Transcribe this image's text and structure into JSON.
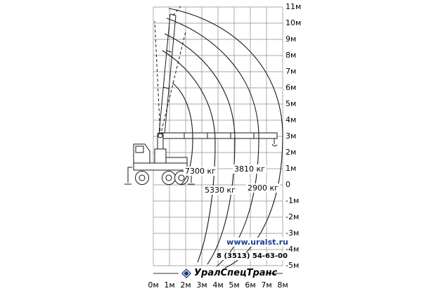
{
  "chart_data": {
    "type": "line",
    "description": "Crane manipulator load-height working envelope diagram",
    "x_unit": "м",
    "y_unit": "м",
    "xlim": [
      0,
      8
    ],
    "ylim": [
      -5,
      11
    ],
    "grid": true,
    "x_ticks": [
      "0м",
      "1м",
      "2м",
      "3м",
      "4м",
      "5м",
      "6м",
      "7м",
      "8м"
    ],
    "y_ticks": [
      "11м",
      "10м",
      "9м",
      "8м",
      "7м",
      "6м",
      "5м",
      "4м",
      "3м",
      "2м",
      "1м",
      "0",
      "-1м",
      "-2м",
      "-3м",
      "-4м",
      "-5м"
    ],
    "series": [
      {
        "name": "7300 кг",
        "max_outreach_m": 3.8
      },
      {
        "name": "5330 кг",
        "max_outreach_m": 5.0
      },
      {
        "name": "3810 кг",
        "max_outreach_m": 6.5
      },
      {
        "name": "2900 кг",
        "max_outreach_m": 8.0
      }
    ],
    "envelope": {
      "max_height_m": 10.7,
      "min_depth_m": -5.0,
      "max_radius_m": 8.0
    }
  },
  "contact": {
    "website": "www.uralst.ru",
    "phone": "8 (3513) 54-63-00",
    "brand": "УралСпецТранс"
  },
  "colors": {
    "website-blue": "#1c3f94",
    "ink": "#1a1a1a",
    "grid-line": "#8c8c8c",
    "brand-diamond": "#17357f"
  }
}
